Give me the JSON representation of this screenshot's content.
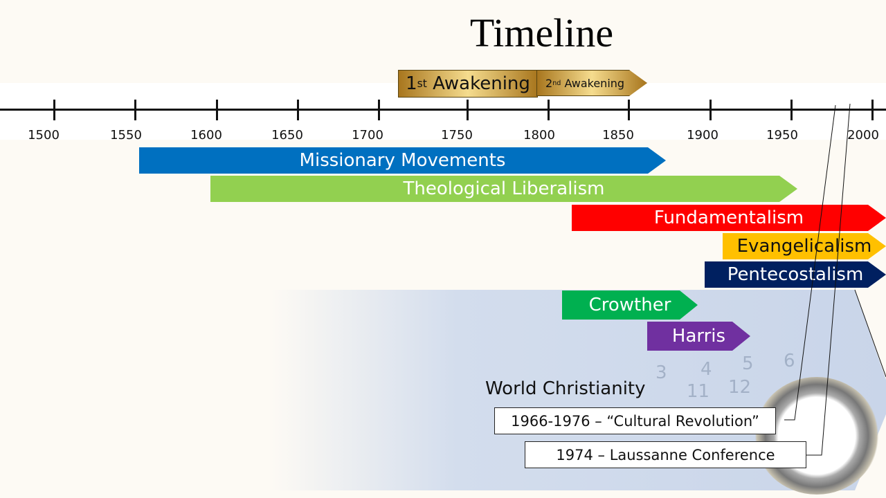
{
  "title": "Timeline",
  "axis_labels": [
    "1500",
    "1550",
    "1600",
    "1650",
    "1700",
    "1750",
    "1800",
    "1850",
    "1900",
    "1950",
    "2000"
  ],
  "awakenings": [
    {
      "ord": "1",
      "sup": "st",
      "label": "Awakening"
    },
    {
      "ord": "2",
      "sup": "nd",
      "label": "Awakening"
    }
  ],
  "movements": [
    {
      "label": "Missionary Movements",
      "color": "#0070c0"
    },
    {
      "label": "Theological Liberalism",
      "color": "#92d050"
    },
    {
      "label": "Fundamentalism",
      "color": "#ff0000"
    },
    {
      "label": "Evangelicalism",
      "color": "#ffc000"
    },
    {
      "label": "Pentecostalism",
      "color": "#002060"
    },
    {
      "label": "Crowther",
      "color": "#00b050"
    },
    {
      "label": "Harris",
      "color": "#7030a0"
    }
  ],
  "world_christianity": {
    "heading": "World Christianity",
    "events": [
      "1966-1976 – “Cultural Revolution”",
      "1974 – Laussanne Conference"
    ]
  }
}
